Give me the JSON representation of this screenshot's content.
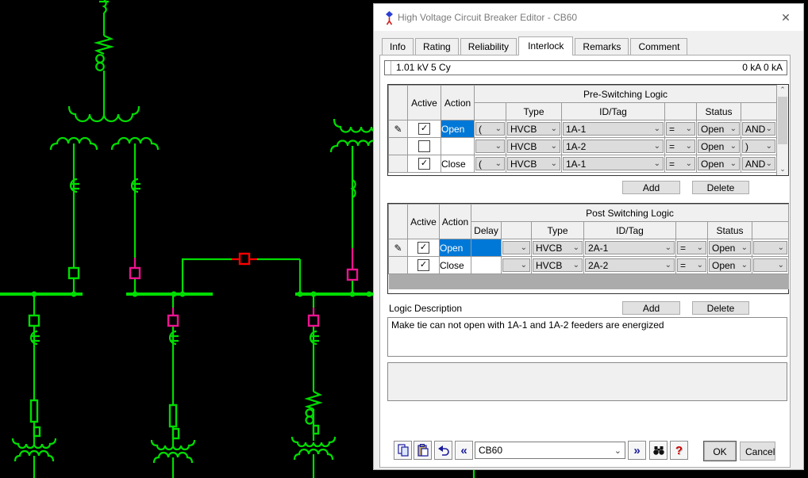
{
  "app": {
    "title": "High Voltage Circuit Breaker Editor - CB60"
  },
  "tabs": {
    "items": [
      "Info",
      "Rating",
      "Reliability",
      "Interlock",
      "Remarks",
      "Comment"
    ],
    "active": "Interlock"
  },
  "rating_bar": {
    "left": "1.01 kV  5 Cy",
    "right": "0 kA  0 kA"
  },
  "pre": {
    "title": "Pre-Switching Logic",
    "col_active": "Active",
    "col_action": "Action",
    "col_type": "Type",
    "col_idtag": "ID/Tag",
    "col_status": "Status",
    "rows": [
      {
        "selected": true,
        "active": true,
        "action": "Open",
        "paren": "(",
        "type": "HVCB",
        "idtag": "1A-1",
        "op": "=",
        "status": "Open",
        "andor": "AND"
      },
      {
        "selected": false,
        "active": false,
        "action": "",
        "paren": "",
        "type": "HVCB",
        "idtag": "1A-2",
        "op": "=",
        "status": "Open",
        "andor": ")"
      },
      {
        "selected": false,
        "active": true,
        "action": "Close",
        "paren": "(",
        "type": "HVCB",
        "idtag": "1A-1",
        "op": "=",
        "status": "Open",
        "andor": "AND"
      }
    ],
    "add": "Add",
    "delete": "Delete"
  },
  "post": {
    "title": "Post Switching Logic",
    "col_active": "Active",
    "col_action": "Action",
    "col_delay": "Delay",
    "col_type": "Type",
    "col_idtag": "ID/Tag",
    "col_status": "Status",
    "rows": [
      {
        "selected": true,
        "active": true,
        "action": "Open",
        "delay": "",
        "paren": "",
        "type": "HVCB",
        "idtag": "2A-1",
        "op": "=",
        "status": "Open",
        "andor": ""
      },
      {
        "selected": false,
        "active": true,
        "action": "Close",
        "delay": "",
        "paren": "",
        "type": "HVCB",
        "idtag": "2A-2",
        "op": "=",
        "status": "Open",
        "andor": ""
      }
    ],
    "add": "Add",
    "delete": "Delete"
  },
  "description": {
    "label": "Logic Description",
    "text": "Make tie can not open with 1A-1 and 1A-2 feeders are energized"
  },
  "footer": {
    "combo_value": "CB60",
    "ok": "OK",
    "cancel": "Cancel"
  },
  "icons": {
    "close": "✕",
    "check": "✓",
    "pencil": "✎",
    "chevron_down": "⌄",
    "scroll_up": "⌃",
    "scroll_down": "⌄",
    "prev": "«",
    "next": "»",
    "help": "?"
  },
  "diagram": {
    "colors": {
      "energized_green": "#00dd00",
      "open_magenta": "#ec1390",
      "tie_red": "#ff0000",
      "background": "#000000"
    }
  }
}
